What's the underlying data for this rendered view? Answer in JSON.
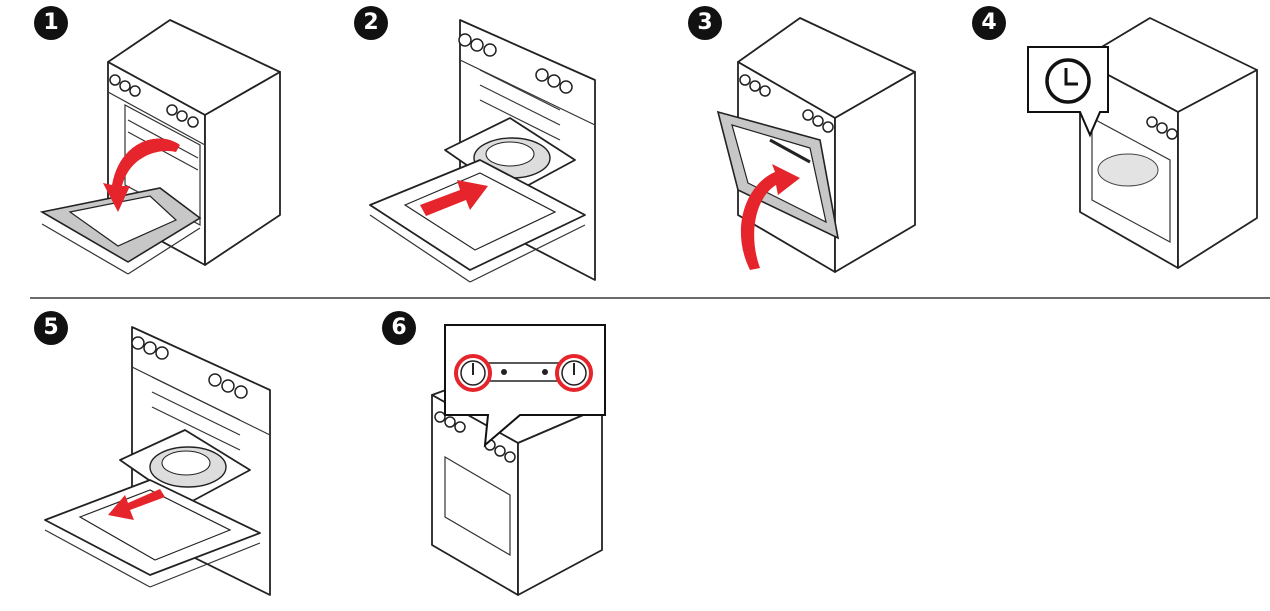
{
  "steps": [
    {
      "number": "1"
    },
    {
      "number": "2"
    },
    {
      "number": "3"
    },
    {
      "number": "4"
    },
    {
      "number": "5"
    },
    {
      "number": "6"
    }
  ],
  "colors": {
    "accent": "#e5252b",
    "line": "#222222",
    "door_fill": "#c7c7c7",
    "divider": "#6b6b6b"
  },
  "icons": [
    "clock-icon",
    "knob-icon",
    "arrow-icon"
  ]
}
